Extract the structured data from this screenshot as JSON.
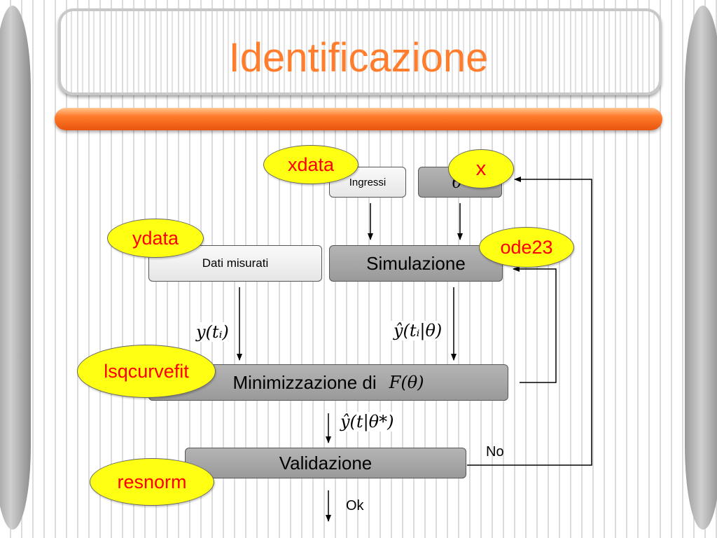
{
  "slide": {
    "title": "Identificazione"
  },
  "diagram": {
    "boxes": {
      "ingressi": "Ingressi",
      "theta0": "θ",
      "theta0_sub": "0",
      "dati_misurati": "Dati misurati",
      "simulazione": "Simulazione",
      "minimizzazione": "Minimizzazione di",
      "minimizzazione_formula": "F(θ)",
      "validazione": "Validazione"
    },
    "signals": {
      "y_measured": "y(tᵢ)",
      "y_hat_sim": "ŷ(tᵢ|θ)",
      "y_hat_opt": "ŷ(t|θ*)"
    },
    "edge_labels": {
      "no": "No",
      "ok": "Ok"
    },
    "callouts": {
      "xdata": "xdata",
      "x": "x",
      "ydata": "ydata",
      "ode23": "ode23",
      "lsqcurvefit": "lsqcurvefit",
      "resnorm": "resnorm"
    }
  },
  "colors": {
    "title": "#ff7d2d",
    "accent_bar": "#ff7a2a",
    "callout_fill": "#ffff14",
    "callout_text": "#ff0000",
    "box_dark": "#a6a6a6",
    "box_light": "#eeeeee"
  }
}
